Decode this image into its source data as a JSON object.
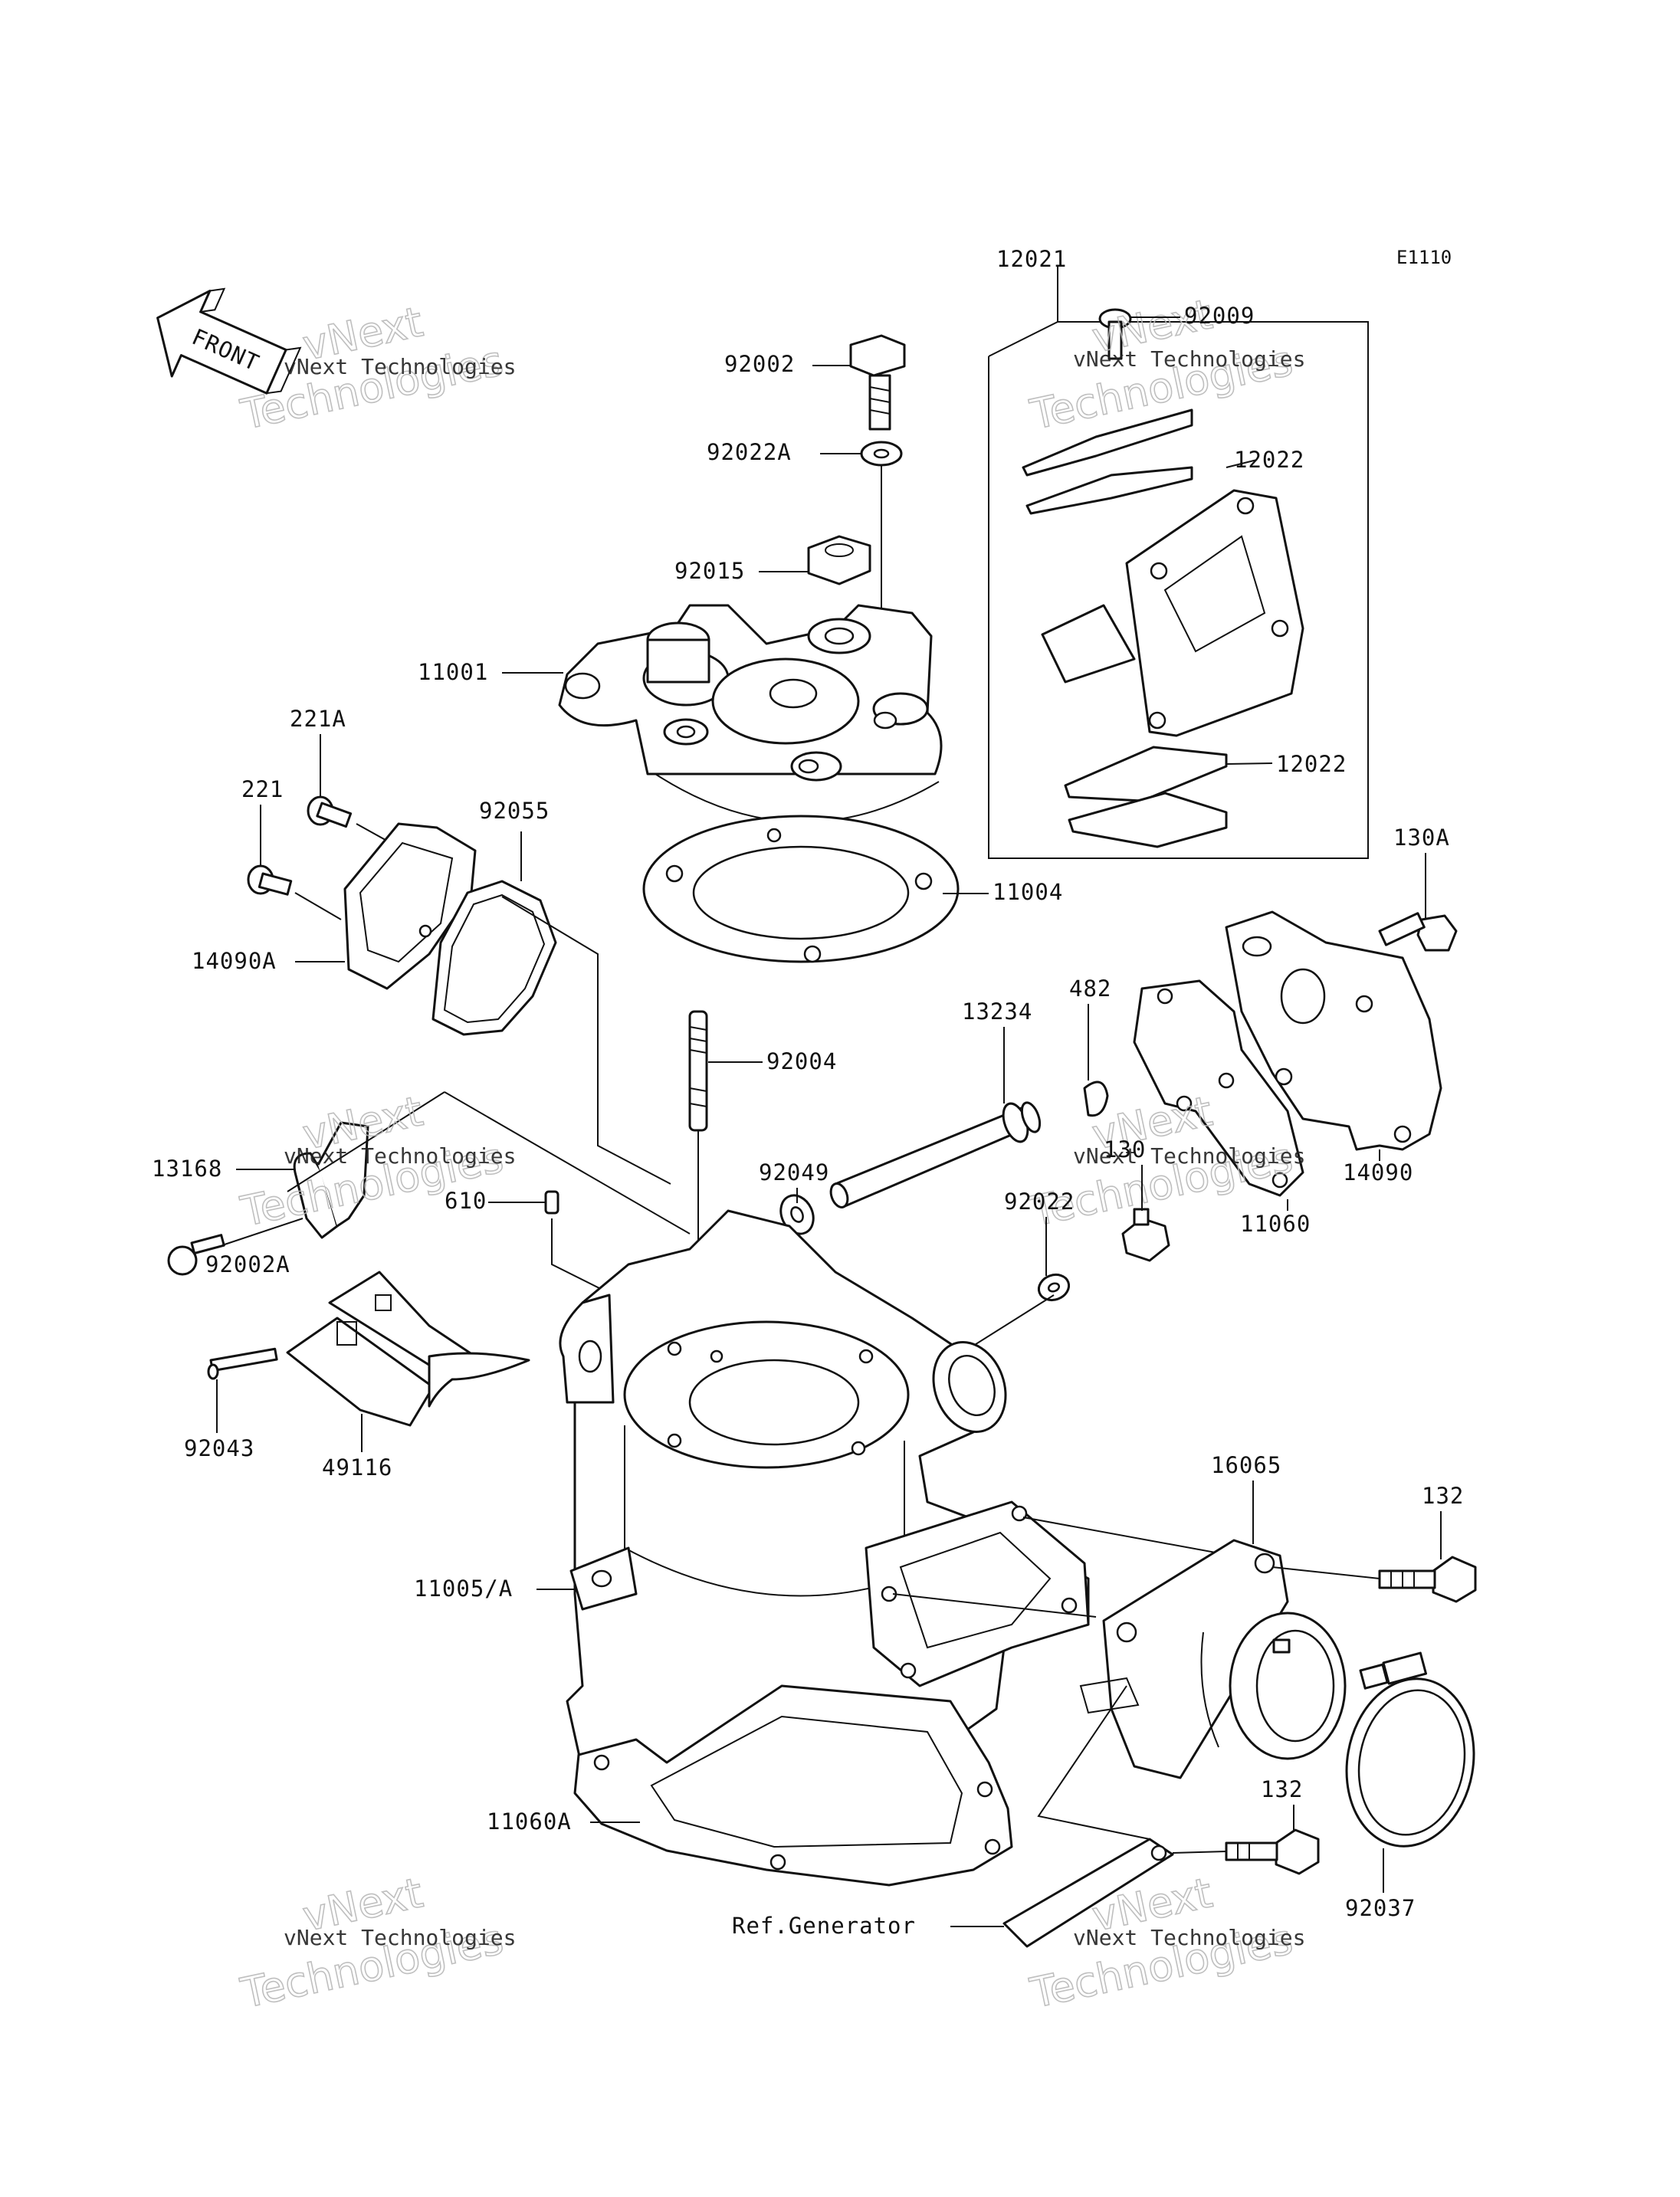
{
  "diagram_code": "E1110",
  "front_label": "FRONT",
  "watermark": {
    "line1": "vNext",
    "line2": "vNext Technologies",
    "line3": "Technologies"
  },
  "parts": [
    {
      "id": "p12021",
      "label": "12021"
    },
    {
      "id": "p92009",
      "label": "92009"
    },
    {
      "id": "p12022a",
      "label": "12022"
    },
    {
      "id": "p12022b",
      "label": "12022"
    },
    {
      "id": "p92002",
      "label": "92002"
    },
    {
      "id": "p92022A",
      "label": "92022A"
    },
    {
      "id": "p92015",
      "label": "92015"
    },
    {
      "id": "p11001",
      "label": "11001"
    },
    {
      "id": "p221A",
      "label": "221A"
    },
    {
      "id": "p221",
      "label": "221"
    },
    {
      "id": "p92055",
      "label": "92055"
    },
    {
      "id": "p14090A",
      "label": "14090A"
    },
    {
      "id": "p11004",
      "label": "11004"
    },
    {
      "id": "p130A",
      "label": "130A"
    },
    {
      "id": "p13234",
      "label": "13234"
    },
    {
      "id": "p482",
      "label": "482"
    },
    {
      "id": "p92004",
      "label": "92004"
    },
    {
      "id": "p92049",
      "label": "92049"
    },
    {
      "id": "p13168",
      "label": "13168"
    },
    {
      "id": "p610",
      "label": "610"
    },
    {
      "id": "p130",
      "label": "130"
    },
    {
      "id": "p92022",
      "label": "92022"
    },
    {
      "id": "p14090",
      "label": "14090"
    },
    {
      "id": "p11060",
      "label": "11060"
    },
    {
      "id": "p92002A",
      "label": "92002A"
    },
    {
      "id": "p92043",
      "label": "92043"
    },
    {
      "id": "p49116",
      "label": "49116"
    },
    {
      "id": "p16065",
      "label": "16065"
    },
    {
      "id": "p132a",
      "label": "132"
    },
    {
      "id": "p11005A",
      "label": "11005/A"
    },
    {
      "id": "p132b",
      "label": "132"
    },
    {
      "id": "p11060A",
      "label": "11060A"
    },
    {
      "id": "p92037",
      "label": "92037"
    },
    {
      "id": "pRef",
      "label": "Ref.Generator"
    }
  ]
}
